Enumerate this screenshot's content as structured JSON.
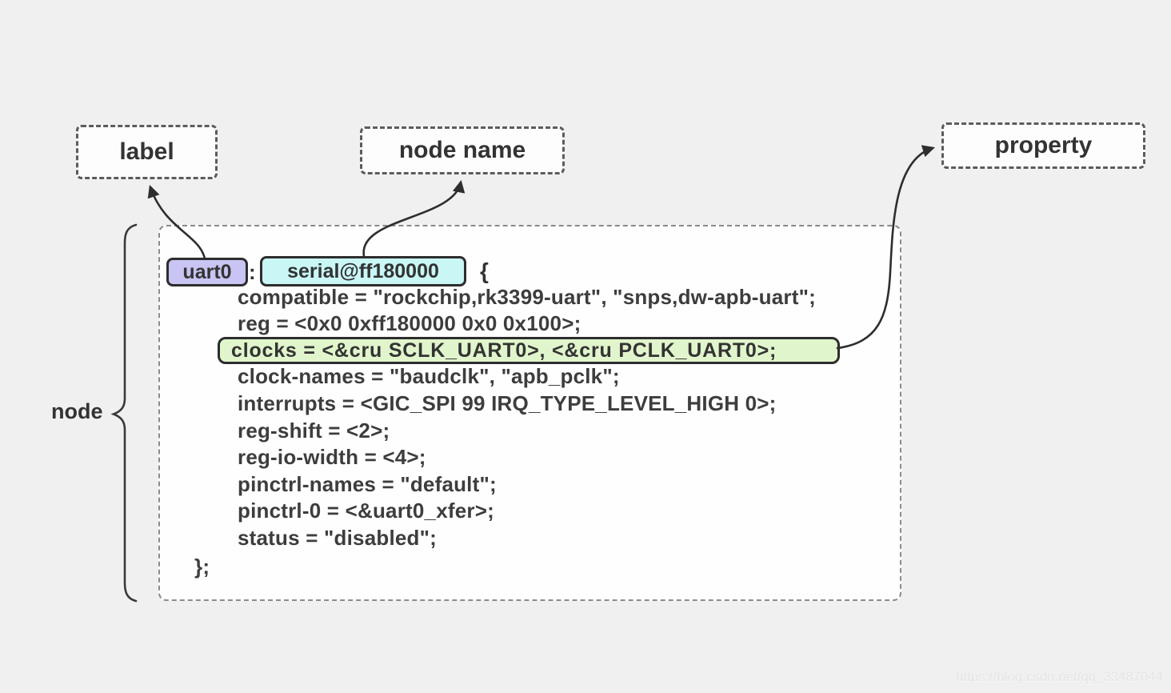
{
  "callouts": {
    "label": "label",
    "node_name": "node name",
    "property": "property",
    "node": "node"
  },
  "node_block": {
    "label_chip": "uart0",
    "colon": ":",
    "node_name_chip": "serial@ff180000",
    "open_brace": "{",
    "clocks_line": "clocks = <&cru SCLK_UART0>, <&cru PCLK_UART0>;",
    "lines": {
      "compatible": "compatible = \"rockchip,rk3399-uart\", \"snps,dw-apb-uart\";",
      "reg": "reg = <0x0 0xff180000 0x0 0x100>;",
      "clock_names": "clock-names = \"baudclk\", \"apb_pclk\";",
      "interrupts": "interrupts = <GIC_SPI 99 IRQ_TYPE_LEVEL_HIGH 0>;",
      "reg_shift": "reg-shift = <2>;",
      "reg_io_width": "reg-io-width = <4>;",
      "pinctrl_names": "pinctrl-names = \"default\";",
      "pinctrl_0": "pinctrl-0 = <&uart0_xfer>;",
      "status": "status = \"disabled\";",
      "close_brace": "};"
    }
  },
  "colors": {
    "page_bg": "#f0f0f0",
    "label_chip_bg": "#c8c4f3",
    "node_name_chip_bg": "#c9f7f6",
    "property_chip_bg": "#e1f5cc",
    "arrow": "#2e2e2e"
  },
  "watermark": "https://blog.csdn.net/qq_33487044"
}
